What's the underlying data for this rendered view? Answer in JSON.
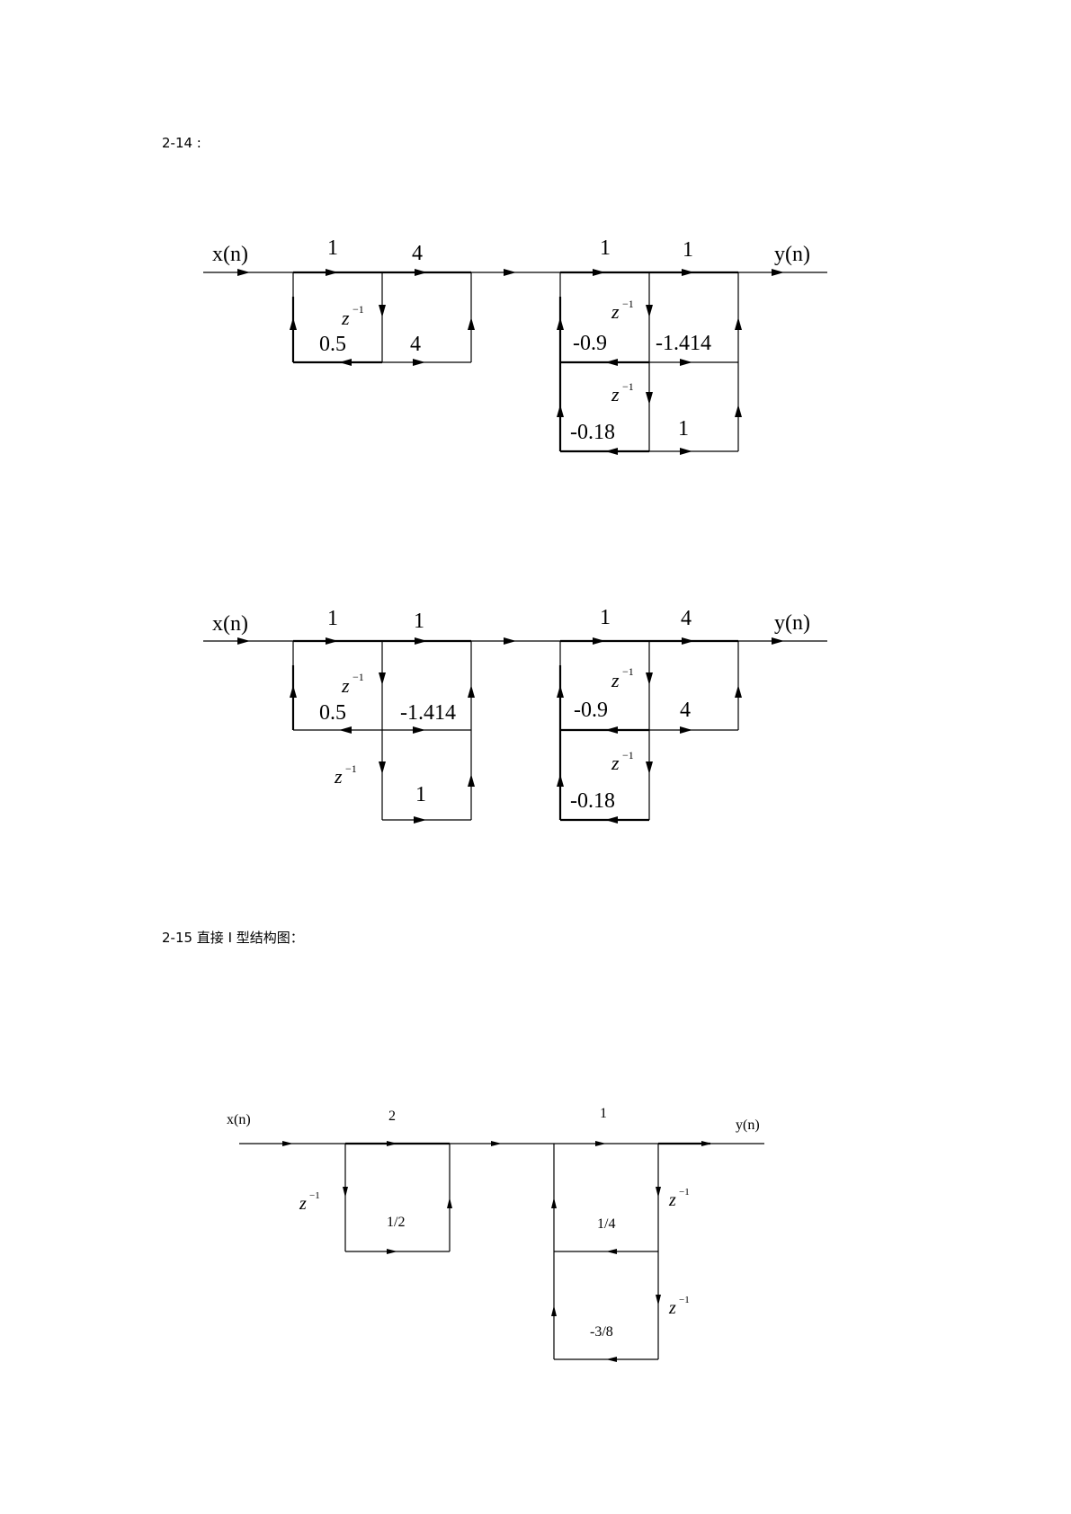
{
  "headings": {
    "p214": "2-14 :",
    "p215": "2-15 直接 I 型结构图："
  },
  "d1": {
    "input": "x(n)",
    "output": "y(n)",
    "delay_exp": "−1",
    "g_a1": "1",
    "g_a2": "4",
    "g_a3": "0.5",
    "g_a4": "4",
    "g_b1": "1",
    "g_b2": "1",
    "g_b3": "-0.9",
    "g_b4": "-1.414",
    "g_b5": "-0.18",
    "g_b6": "1"
  },
  "d2": {
    "input": "x(n)",
    "output": "y(n)",
    "delay_exp": "−1",
    "g_a1": "1",
    "g_a2": "1",
    "g_a3": "0.5",
    "g_a4": "-1.414",
    "g_a5": "1",
    "g_b1": "1",
    "g_b2": "4",
    "g_b3": "-0.9",
    "g_b4": "4",
    "g_b5": "-0.18"
  },
  "d3": {
    "input": "x(n)",
    "output": "y(n)",
    "delay_exp": "−1",
    "g_a1": "2",
    "g_a2": "1/2",
    "g_b1": "1",
    "g_b2": "1/4",
    "g_b3": "-3/8"
  }
}
